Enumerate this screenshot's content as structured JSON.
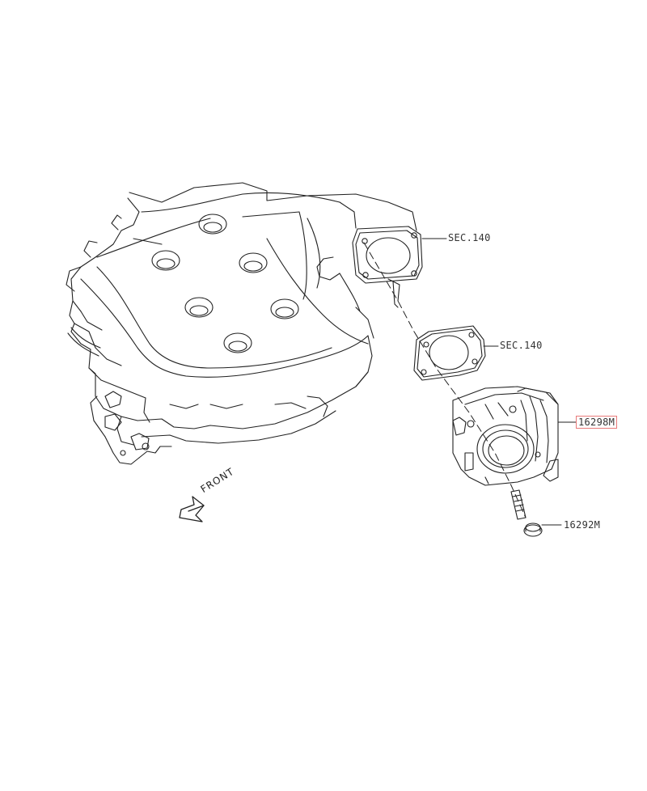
{
  "callouts": {
    "sec140_upper": "SEC.140",
    "sec140_lower": "SEC.140",
    "part_16298m": "16298M",
    "part_16292m": "16292M"
  },
  "front_label": "FRONT",
  "colors": {
    "line": "#222222",
    "highlight_border": "#e87a7a"
  }
}
